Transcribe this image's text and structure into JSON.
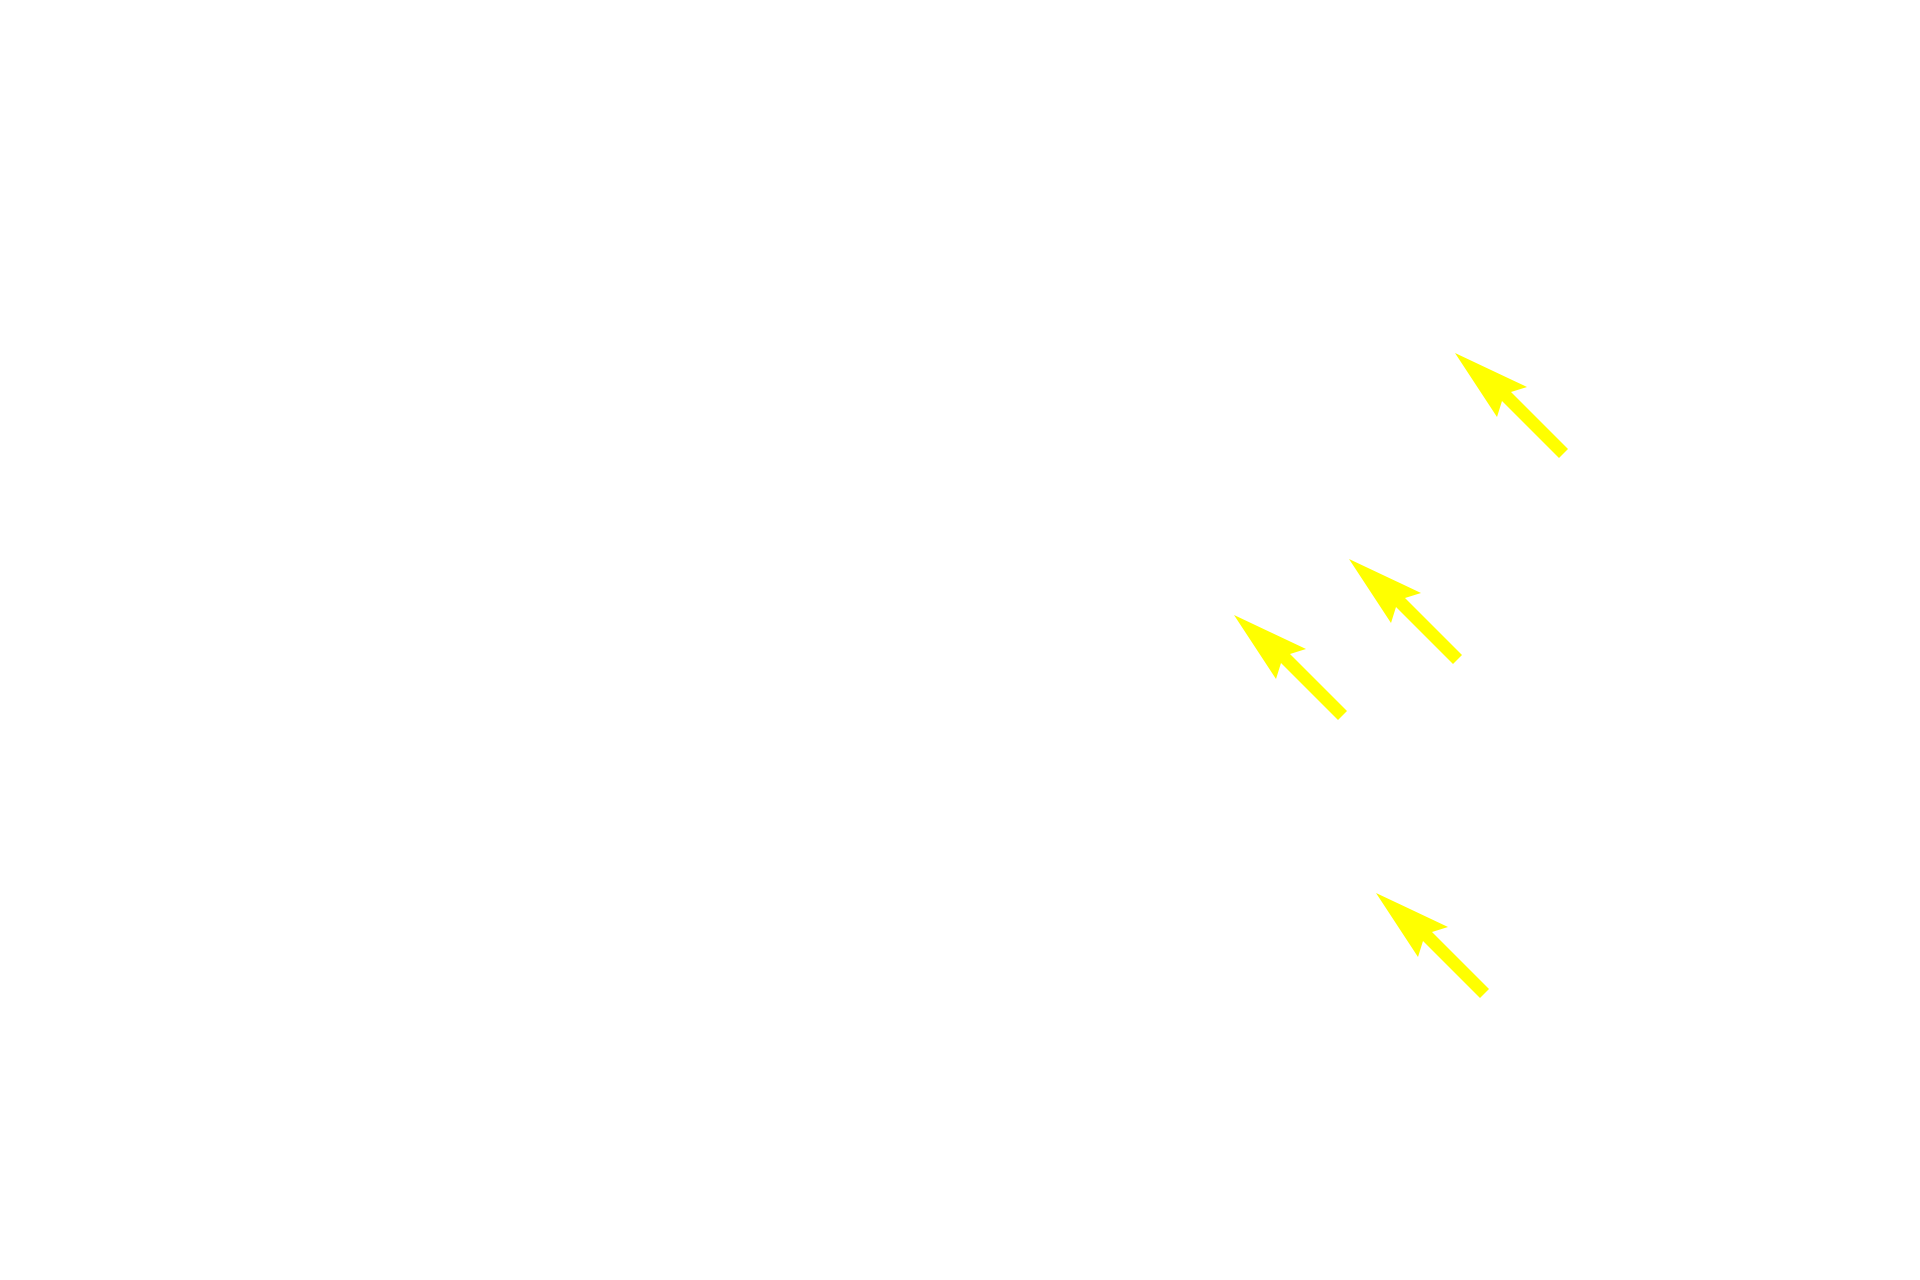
{
  "background_color": "#ffffff",
  "pointer_color": "#ffff00",
  "pointers": [
    {
      "icon": "arrow-pointer-icon",
      "direction": "up-left"
    },
    {
      "icon": "arrow-pointer-icon",
      "direction": "up-left"
    },
    {
      "icon": "arrow-pointer-icon",
      "direction": "up-left"
    },
    {
      "icon": "arrow-pointer-icon",
      "direction": "up-left"
    }
  ]
}
